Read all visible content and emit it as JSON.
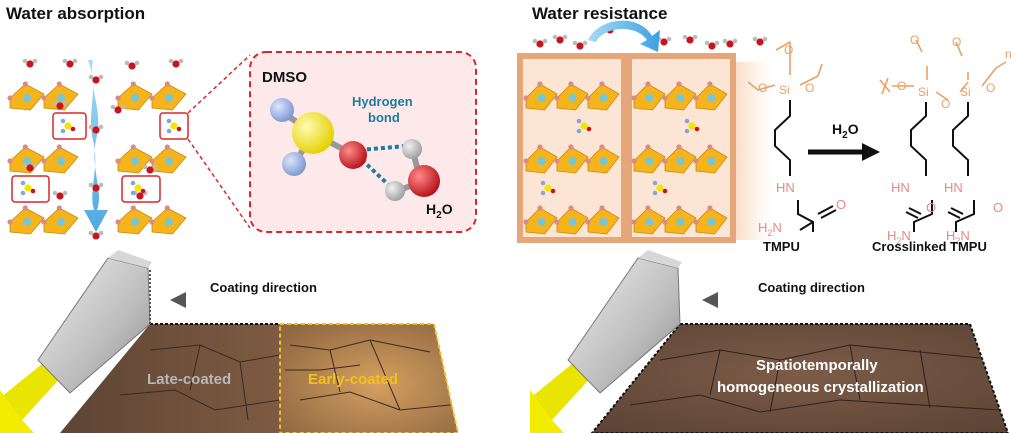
{
  "panels": {
    "left_title": "Water absorption",
    "right_title": "Water resistance"
  },
  "inset": {
    "molecule_label": "DMSO",
    "hbond_line1": "Hydrogen",
    "hbond_line2": "bond",
    "water_label_main": "H",
    "water_label_sub": "2",
    "water_label_tail": "O"
  },
  "reaction": {
    "reagent_main": "H",
    "reagent_sub": "2",
    "reagent_tail": "O",
    "reactant_name": "TMPU",
    "product_name": "Crosslinked TMPU",
    "hn": "HN",
    "h2n_main": "H",
    "h2n_sub": "2",
    "h2n_tail": "N",
    "carbonyl_o": "O",
    "si": "Si",
    "o": "O",
    "n_index": "n"
  },
  "coating": {
    "left_direction": "Coating direction",
    "right_direction": "Coating direction",
    "late_label": "Late-coated",
    "early_label": "Early-coated",
    "homogeneous_line1": "Spatiotemporally",
    "homogeneous_line2": "homogeneous crystallization"
  },
  "colors": {
    "perovskite_octahedra": "#f5b31c",
    "a_site": "#74c7d8",
    "halide_node": "#d98b8b",
    "water_blue": "#5ab4e6",
    "hbond": "#1f7a9e",
    "dmso_s": "#f2e600",
    "dmso_c": "#8aa4d6",
    "oxygen_red": "#c8141c",
    "dashed_red": "#d8262c",
    "tmpu_shell": "#e9b88f",
    "tmpu_text": "#e8898a",
    "si_orange": "#f2a65a",
    "early_yellow": "#f2c21a",
    "film_brown": "#6e5140",
    "blade_gray": "#c4c4c4",
    "light_yellow": "#f4ec00"
  }
}
